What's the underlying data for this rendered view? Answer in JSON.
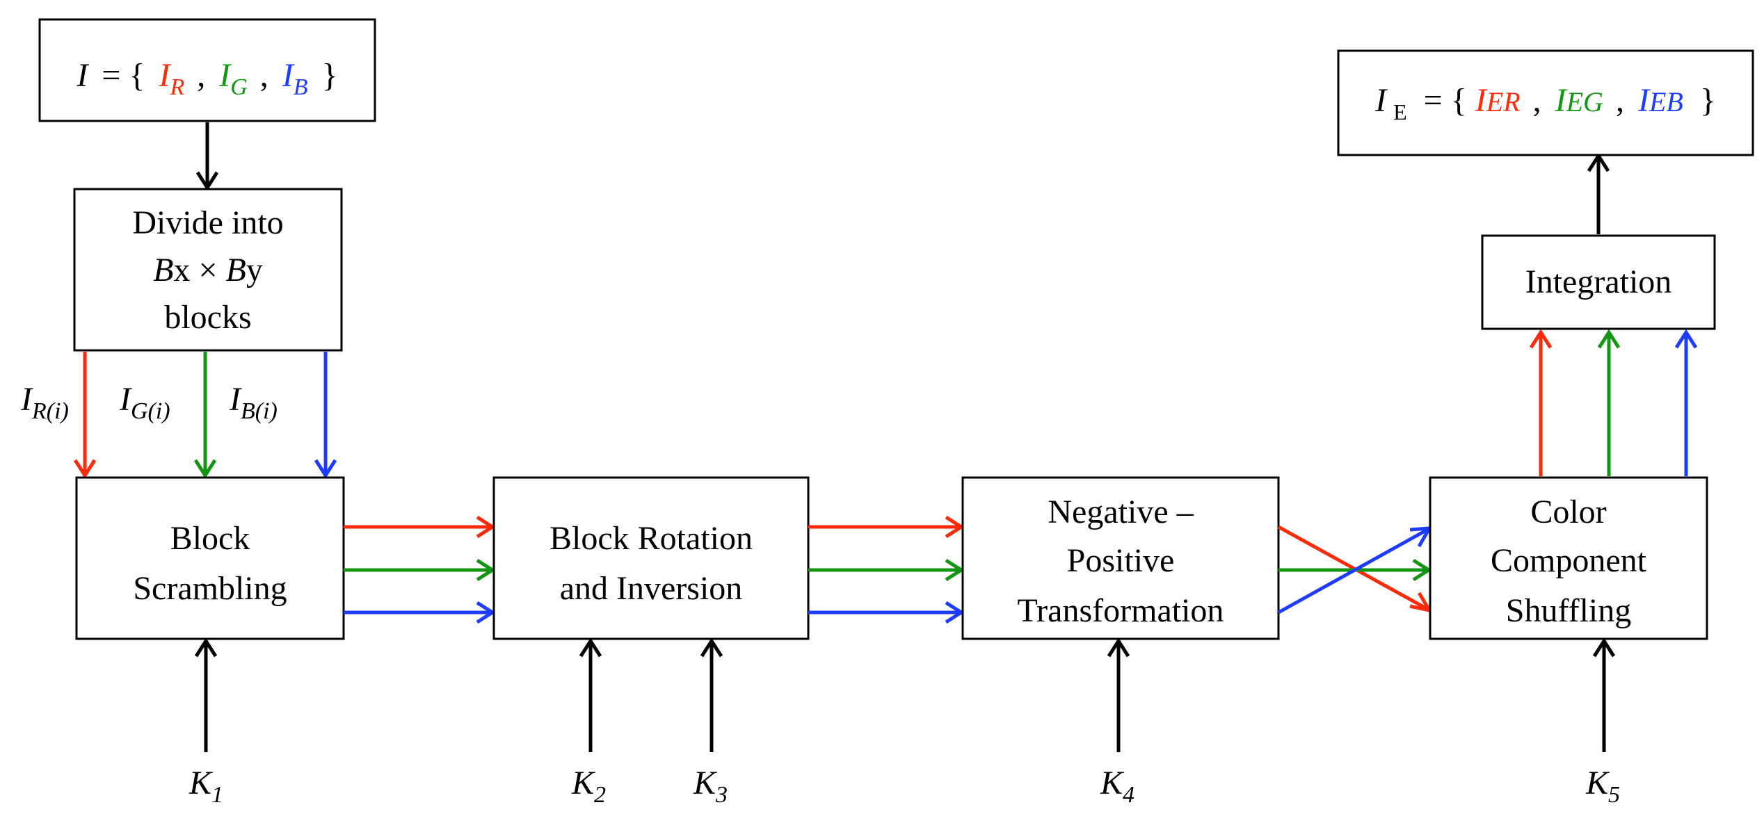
{
  "colors": {
    "red": "#ff2a0a",
    "green": "#149614",
    "blue": "#1e3cff",
    "black": "#000000"
  },
  "input_image": {
    "symbol": "I",
    "equals_open": "= {",
    "red_main": "I",
    "red_sub": "R",
    "comma1": ",",
    "green_main": "I",
    "green_sub": "G",
    "comma2": ",",
    "blue_main": "I",
    "blue_sub": "B",
    "close": "}"
  },
  "output_image": {
    "symbol": "I",
    "symbol_sub": "E",
    "equals_open": "= {",
    "red_main": "I",
    "red_rest": "ER",
    "comma1": ",",
    "green_main": "I",
    "green_rest": "EG",
    "comma2": ",",
    "blue_main": "I",
    "blue_rest": "EB",
    "close": "}"
  },
  "divide_box": {
    "line1": "Divide into",
    "line2_b1": "B",
    "line2_mid": "x × ",
    "line2_b2": "B",
    "line2_end": "y",
    "line3": "blocks"
  },
  "channel_labels": {
    "red_main": "I",
    "red_sub": "R(i)",
    "green_main": "I",
    "green_sub": "G(i)",
    "blue_main": "I",
    "blue_sub": "B(i)"
  },
  "blocks": {
    "scrambling": [
      "Block",
      "Scrambling"
    ],
    "rotation": [
      "Block Rotation",
      "and Inversion"
    ],
    "negpos": [
      "Negative –",
      "Positive",
      "Transformation"
    ],
    "shuffling": [
      "Color",
      "Component",
      "Shuffling"
    ],
    "integration": "Integration"
  },
  "keys": [
    {
      "main": "K",
      "sub": "1"
    },
    {
      "main": "K",
      "sub": "2"
    },
    {
      "main": "K",
      "sub": "3"
    },
    {
      "main": "K",
      "sub": "4"
    },
    {
      "main": "K",
      "sub": "5"
    }
  ]
}
